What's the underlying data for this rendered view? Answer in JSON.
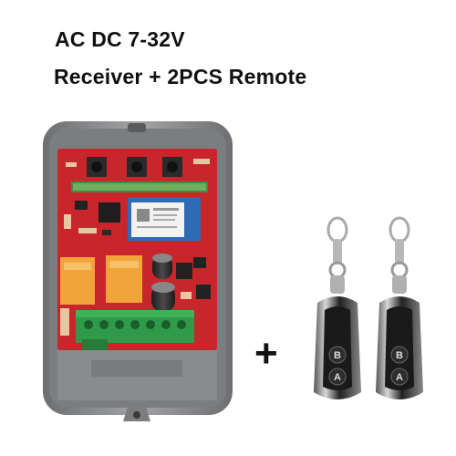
{
  "header": {
    "line1": "AC DC 7-32V",
    "line2": "Receiver + 2PCS Remote"
  },
  "plus_sign": "+",
  "remotes": {
    "count": 2,
    "buttons": [
      "B",
      "A"
    ]
  },
  "colors": {
    "pcb": "#c8262a",
    "relay": "#f2a33a",
    "terminal": "#2f9a4a",
    "enclosure": "#8e8f91",
    "remote_body": "#1a1a1a"
  }
}
